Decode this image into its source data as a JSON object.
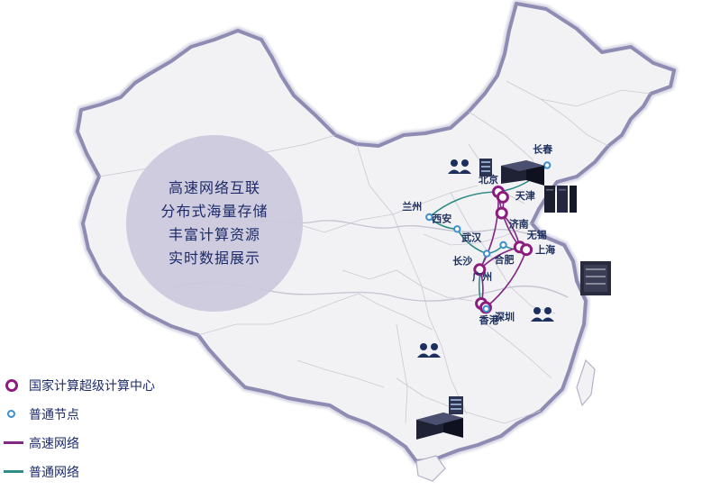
{
  "feature_text": [
    "高速网络互联",
    "分布式海量存储",
    "丰富计算资源",
    "实时数据展示"
  ],
  "colors": {
    "national": "#8c1d7e",
    "normal": "#3d8fd0",
    "high_speed": "#7f2a86",
    "normal_net": "#2f8c87",
    "border": "#8e8cb3",
    "land": "#f2f2f4",
    "text": "#1d2f5e"
  },
  "cities": [
    {
      "id": "beijing",
      "label": "北京",
      "type": "national",
      "lon": 116.4,
      "lat": 39.9
    },
    {
      "id": "tianjin",
      "label": "天津",
      "type": "national",
      "lon": 117.2,
      "lat": 39.1
    },
    {
      "id": "jinan",
      "label": "济南",
      "type": "national",
      "lon": 117.0,
      "lat": 36.7
    },
    {
      "id": "wuxi",
      "label": "无锡",
      "type": "national",
      "lon": 120.3,
      "lat": 31.6
    },
    {
      "id": "shanghai",
      "label": "上海",
      "type": "national",
      "lon": 121.5,
      "lat": 31.2
    },
    {
      "id": "changsha",
      "label": "长沙",
      "type": "national",
      "lon": 113.0,
      "lat": 28.2
    },
    {
      "id": "guangzhou",
      "label": "广州",
      "type": "national",
      "lon": 113.3,
      "lat": 23.1
    },
    {
      "id": "shenzhen",
      "label": "深圳",
      "type": "national",
      "lon": 114.1,
      "lat": 22.5
    },
    {
      "id": "changchun",
      "label": "长春",
      "type": "normal",
      "lon": 125.3,
      "lat": 43.9
    },
    {
      "id": "lanzhou",
      "label": "兰州",
      "type": "normal",
      "lon": 103.8,
      "lat": 36.1
    },
    {
      "id": "xian",
      "label": "西安",
      "type": "normal",
      "lon": 108.9,
      "lat": 34.3
    },
    {
      "id": "wuhan",
      "label": "武汉",
      "type": "normal",
      "lon": 114.3,
      "lat": 30.6
    },
    {
      "id": "hefei",
      "label": "合肥",
      "type": "normal",
      "lon": 117.3,
      "lat": 31.9
    },
    {
      "id": "hongkong",
      "label": "香港",
      "type": "normal",
      "lon": 114.2,
      "lat": 22.3
    }
  ],
  "high_speed_links": [
    [
      "beijing",
      "tianjin"
    ],
    [
      "tianjin",
      "jinan"
    ],
    [
      "beijing",
      "wuxi"
    ],
    [
      "jinan",
      "wuxi"
    ],
    [
      "wuxi",
      "shanghai"
    ],
    [
      "beijing",
      "changsha"
    ],
    [
      "wuxi",
      "changsha"
    ],
    [
      "changsha",
      "guangzhou"
    ],
    [
      "guangzhou",
      "shenzhen"
    ],
    [
      "shanghai",
      "shenzhen"
    ]
  ],
  "normal_links": [
    [
      "beijing",
      "changchun"
    ],
    [
      "beijing",
      "lanzhou"
    ],
    [
      "lanzhou",
      "xian"
    ],
    [
      "xian",
      "wuhan"
    ],
    [
      "wuhan",
      "hefei"
    ],
    [
      "hefei",
      "shanghai"
    ],
    [
      "wuhan",
      "guangzhou"
    ],
    [
      "guangzhou",
      "hongkong"
    ]
  ],
  "legend": [
    {
      "label": "国家计算超级计算中心",
      "kind": "national"
    },
    {
      "label": "普通节点",
      "kind": "normal"
    },
    {
      "label": "高速网络",
      "kind": "high_speed"
    },
    {
      "label": "普通网络",
      "kind": "normal_net"
    }
  ],
  "icons": [
    "users-icon",
    "server-rack-icon",
    "server-cabinet-icon"
  ]
}
